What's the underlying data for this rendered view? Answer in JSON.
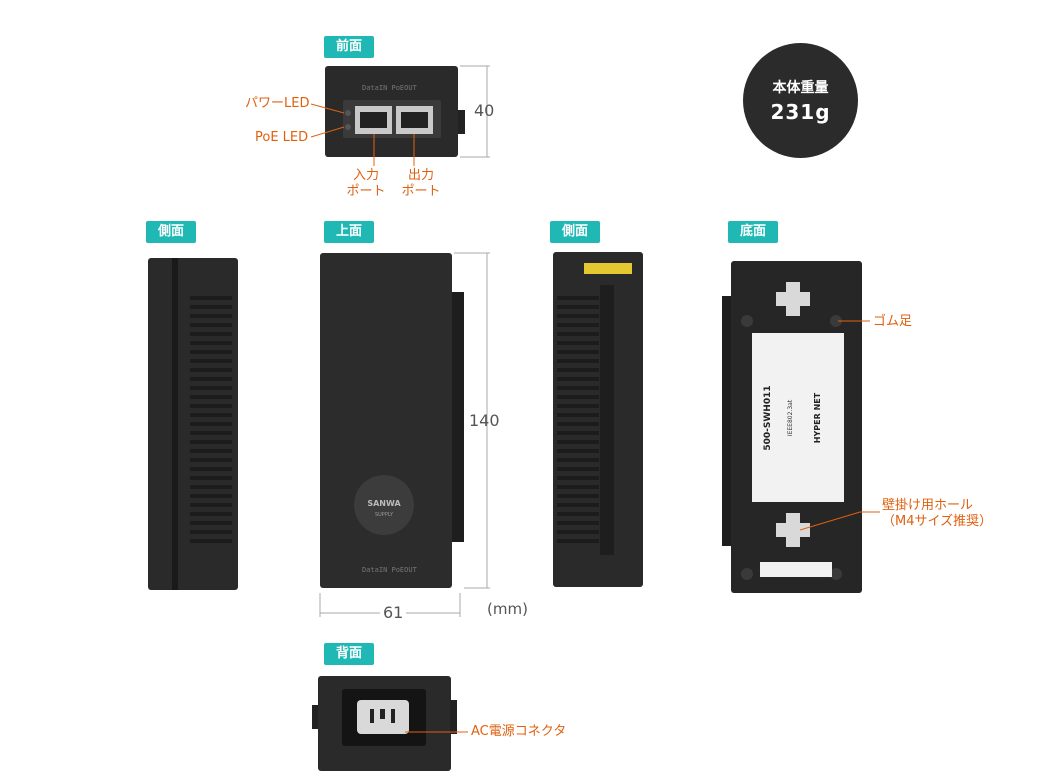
{
  "views": {
    "front": "前面",
    "side_left": "側面",
    "top": "上面",
    "side_right": "側面",
    "bottom": "底面",
    "back": "背面"
  },
  "weight": {
    "label": "本体重量",
    "value": "231g"
  },
  "annotations": {
    "power_led": "パワーLED",
    "poe_led": "PoE LED",
    "input_port_1": "入力",
    "input_port_2": "ポート",
    "output_port_1": "出力",
    "output_port_2": "ポート",
    "rubber_feet": "ゴム足",
    "wall_hole_1": "壁掛け用ホール",
    "wall_hole_2": "（M4サイズ推奨）",
    "ac_connector": "AC電源コネクタ"
  },
  "dimensions": {
    "height": "40",
    "length": "140",
    "width": "61",
    "unit": "(mm)"
  },
  "device_text": {
    "port_label": "DataIN  PoEOUT",
    "brand": "SANWA",
    "brand_sub": "SUPPLY",
    "model": "500-SWH011",
    "standard": "IEEE802.3at",
    "logo": "HYPER NET"
  },
  "colors": {
    "accent": "#1fb8b4",
    "annotation": "#e06010",
    "device": "#2a2a2a"
  }
}
